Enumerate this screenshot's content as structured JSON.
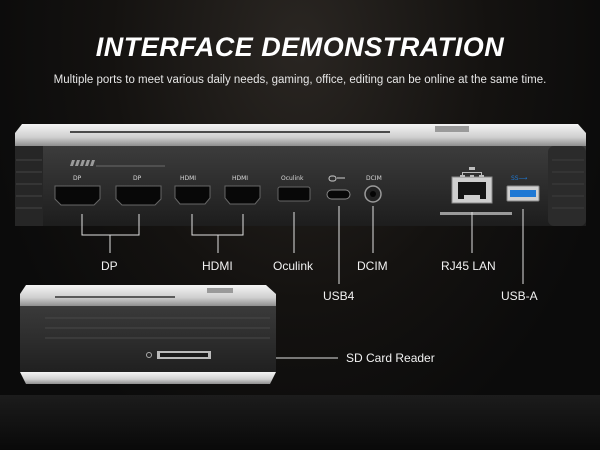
{
  "header": {
    "title": "INTERFACE DEMONSTRATION",
    "subtitle": "Multiple ports to meet various daily needs, gaming, office, editing can be online at the same time."
  },
  "port_labels": {
    "dp": "DP",
    "hdmi": "HDMI",
    "oculink": "Oculink",
    "usb4": "USB4",
    "dcim": "DCIM",
    "rj45": "RJ45 LAN",
    "usba": "USB-A",
    "sd": "SD Card Reader"
  },
  "panel_marks": {
    "dp1": "DP",
    "dp2": "DP",
    "hdmi1": "HDMI",
    "hdmi2": "HDMI",
    "oculink": "Oculink",
    "dcim": "DCIM",
    "usb_ss": "SS⟶"
  },
  "colors": {
    "usb_blue": "#1e78d4",
    "text": "#ffffff"
  }
}
